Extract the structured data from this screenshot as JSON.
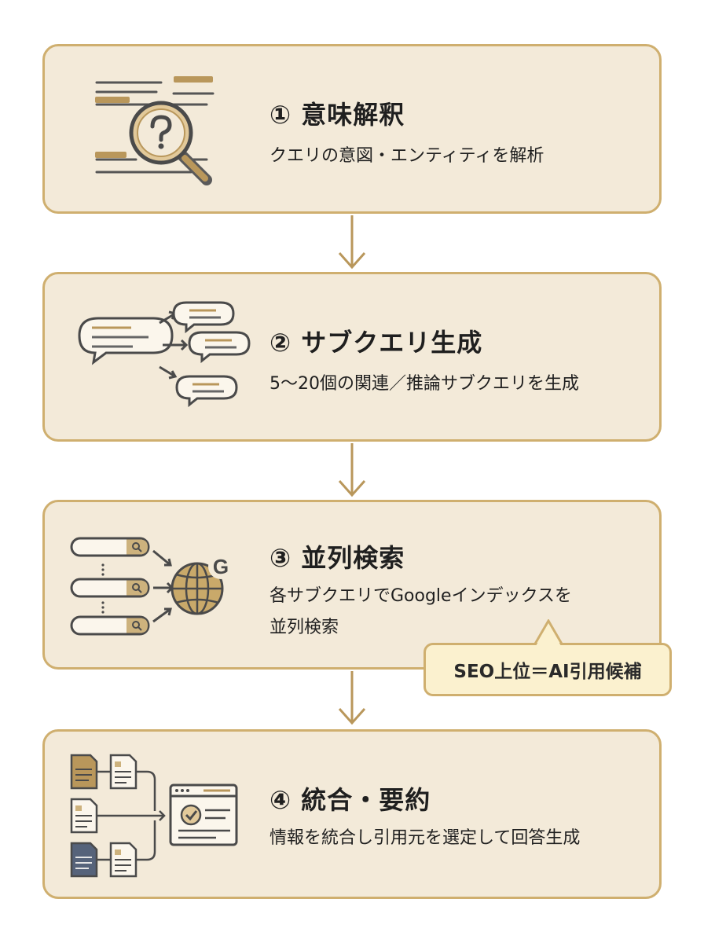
{
  "steps": [
    {
      "title": "① 意味解釈",
      "description": "クエリの意図・エンティティを解析",
      "icon": "search-question-icon"
    },
    {
      "title": "② サブクエリ生成",
      "description": "5〜20個の関連／推論サブクエリを生成",
      "icon": "speech-bubbles-icon"
    },
    {
      "title": "③ 並列検索",
      "description_line1": "各サブクエリでGoogleインデックスを",
      "description_line2": "並列検索",
      "icon": "globe-search-icon"
    },
    {
      "title": "④ 統合・要約",
      "description": "情報を統合し引用元を選定して回答生成",
      "icon": "documents-merge-icon"
    }
  ],
  "callout": {
    "text": "SEO上位＝AI引用候補"
  },
  "colors": {
    "card_bg": "#f3ead9",
    "border": "#cfaf6f",
    "accent": "#b9975b",
    "dark": "#4a4a4a",
    "navy": "#56637a"
  },
  "google_letter": "G"
}
